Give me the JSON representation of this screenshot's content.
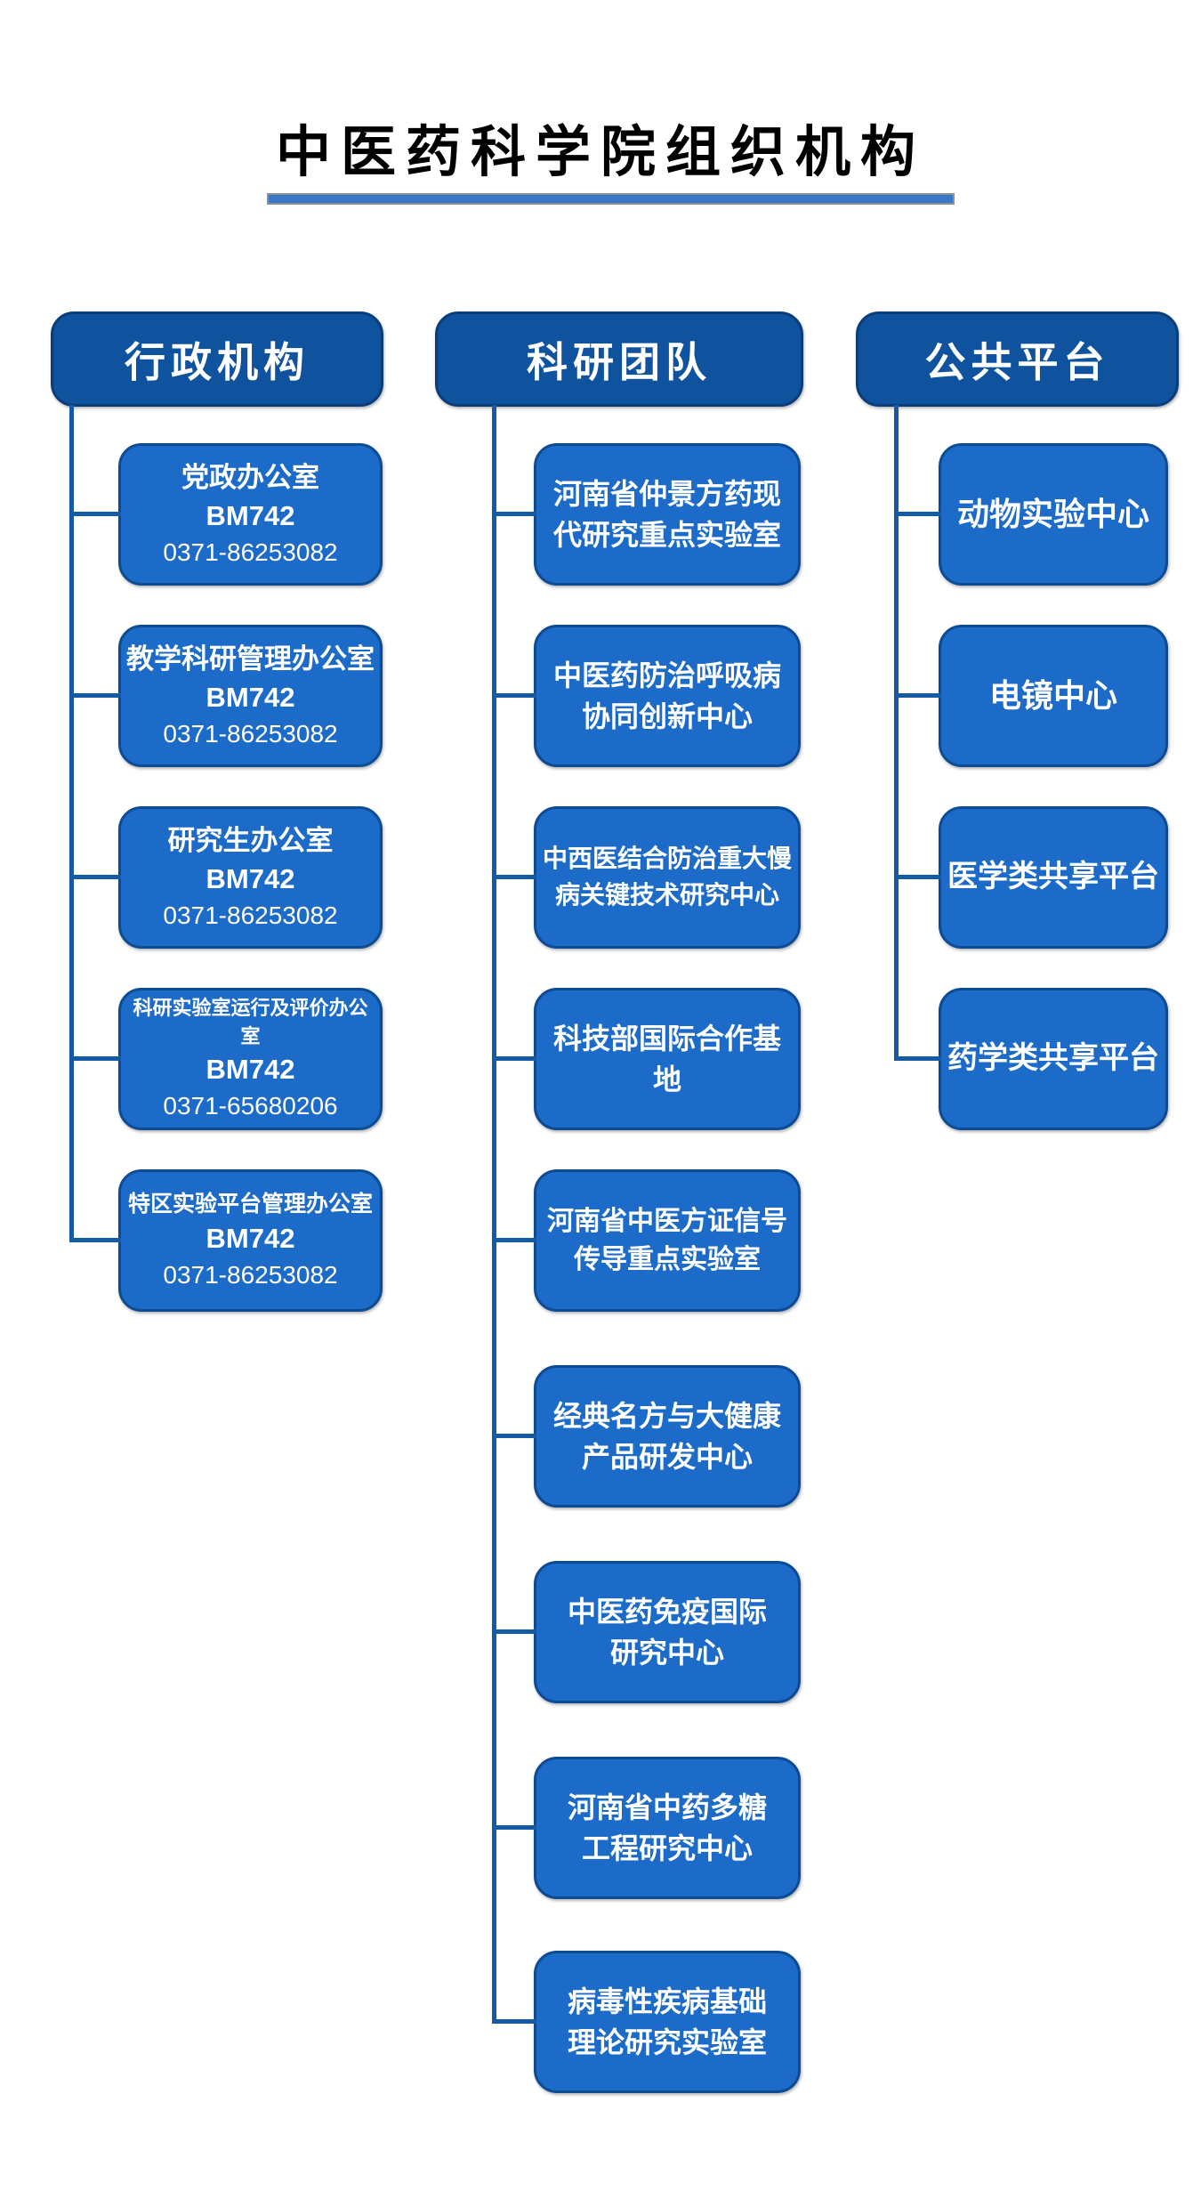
{
  "title": "中医药科学院组织机构",
  "colors": {
    "header_fill": "#0F529E",
    "header_border": "#0A3D79",
    "box_fill": "#1C6BC8",
    "box_border": "#0D4C93",
    "connector": "#135CA5",
    "title_underline": "#3B77C9",
    "text": "#FFFFFF",
    "title_text": "#000000"
  },
  "columns": [
    {
      "header": "行政机构",
      "items": [
        {
          "name": "党政办公室",
          "code": "BM742",
          "phone": "0371-86253082"
        },
        {
          "name": "教学科研管理办公室",
          "code": "BM742",
          "phone": "0371-86253082"
        },
        {
          "name": "研究生办公室",
          "code": "BM742",
          "phone": "0371-86253082"
        },
        {
          "name": "科研实验室运行及评价办公室",
          "code": "BM742",
          "phone": "0371-65680206"
        },
        {
          "name": "特区实验平台管理办公室",
          "code": "BM742",
          "phone": "0371-86253082"
        }
      ]
    },
    {
      "header": "科研团队",
      "items": [
        {
          "name": "河南省仲景方药现\n代研究重点实验室"
        },
        {
          "name": "中医药防治呼吸病\n协同创新中心"
        },
        {
          "name": "中西医结合防治重大慢\n病关键技术研究中心"
        },
        {
          "name": "科技部国际合作基地"
        },
        {
          "name": "河南省中医方证信号\n传导重点实验室"
        },
        {
          "name": "经典名方与大健康\n产品研发中心"
        },
        {
          "name": "中医药免疫国际\n研究中心"
        },
        {
          "name": "河南省中药多糖\n工程研究中心"
        },
        {
          "name": "病毒性疾病基础\n理论研究实验室"
        }
      ]
    },
    {
      "header": "公共平台",
      "items": [
        {
          "name": "动物实验中心"
        },
        {
          "name": "电镜中心"
        },
        {
          "name": "医学类共享平台"
        },
        {
          "name": "药学类共享平台"
        }
      ]
    }
  ]
}
